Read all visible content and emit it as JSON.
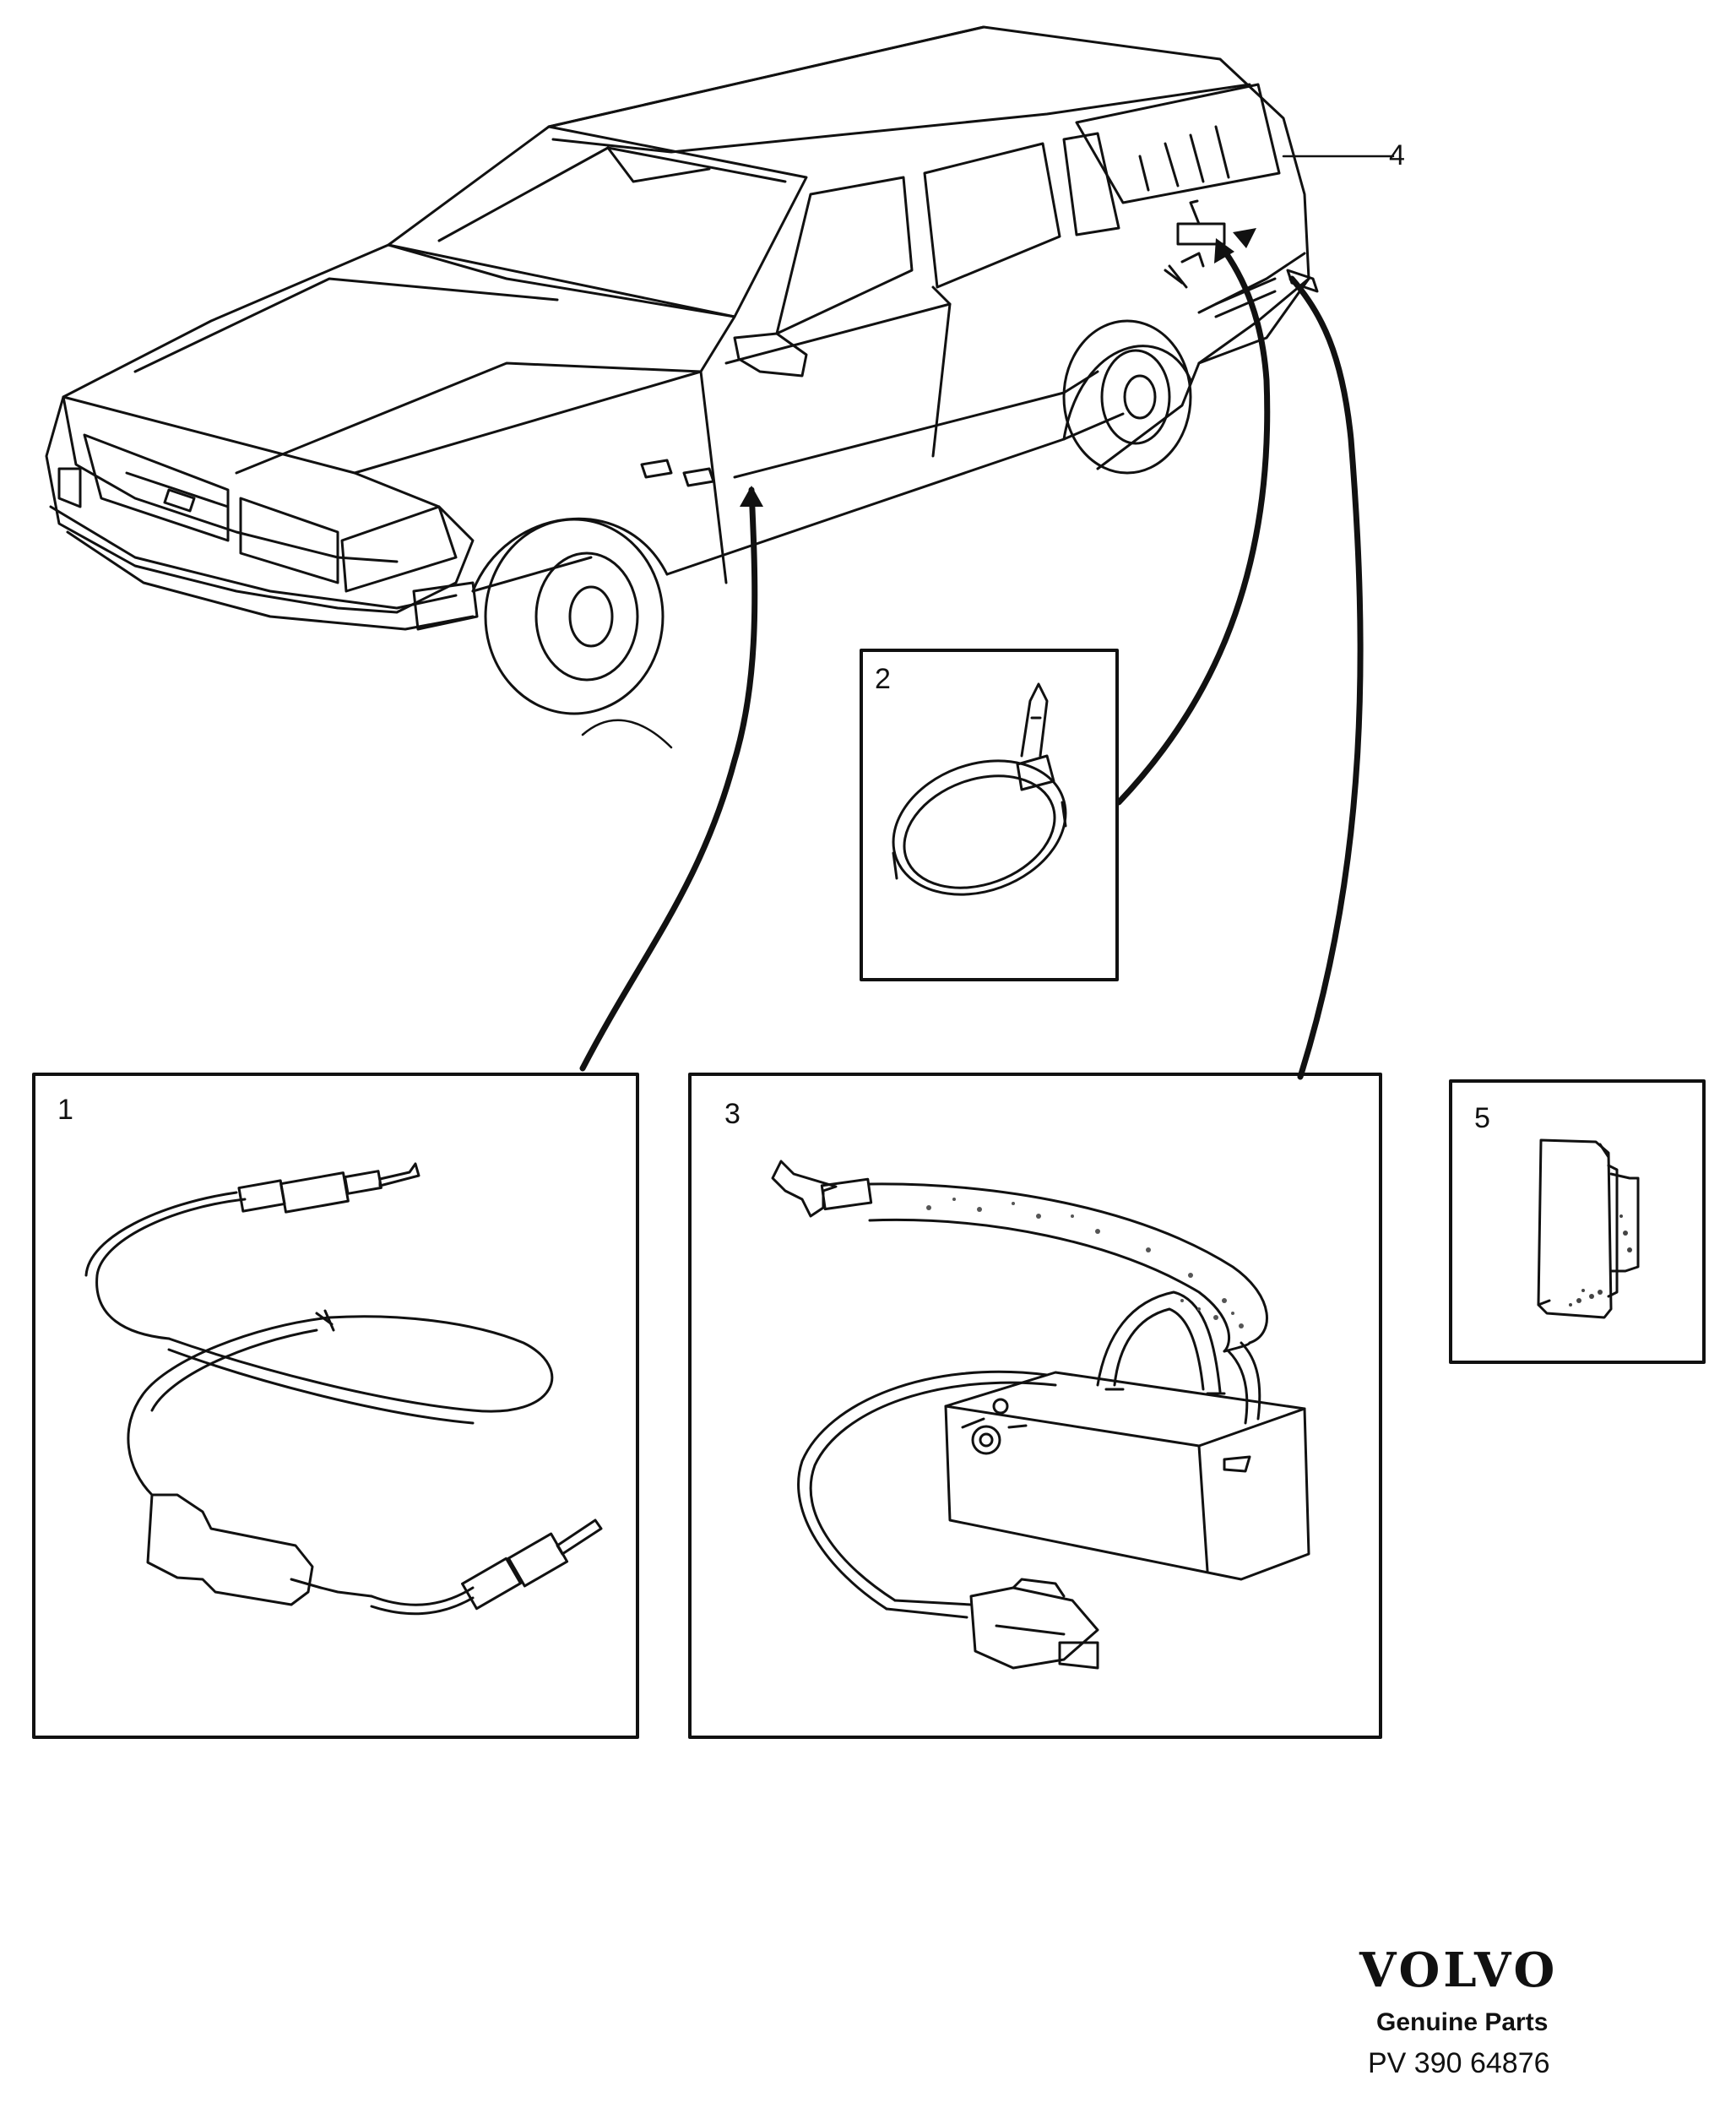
{
  "callouts": {
    "item_1": "1",
    "item_2": "2",
    "item_3": "3",
    "item_4": "4",
    "item_5": "5"
  },
  "brand": {
    "logo": "VOLVO",
    "subtitle": "Genuine Parts",
    "code": "PV 390 64876"
  }
}
